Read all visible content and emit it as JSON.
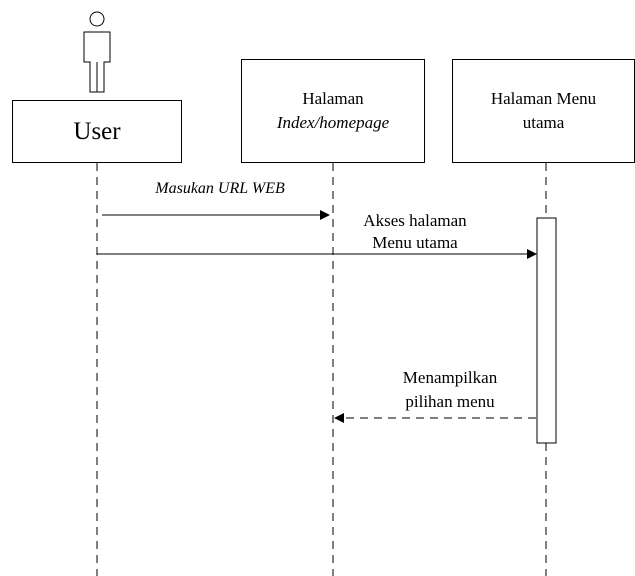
{
  "participants": {
    "user": {
      "label": "User"
    },
    "index": {
      "line1": "Halaman",
      "line2": "Index/homepage"
    },
    "menu": {
      "line1": "Halaman Menu",
      "line2": "utama"
    }
  },
  "messages": {
    "m1": {
      "label": "Masukan URL WEB"
    },
    "m2": {
      "line1": "Akses halaman",
      "line2": "Menu utama"
    },
    "m3": {
      "line1": "Menampilkan",
      "line2": "pilihan menu"
    }
  }
}
